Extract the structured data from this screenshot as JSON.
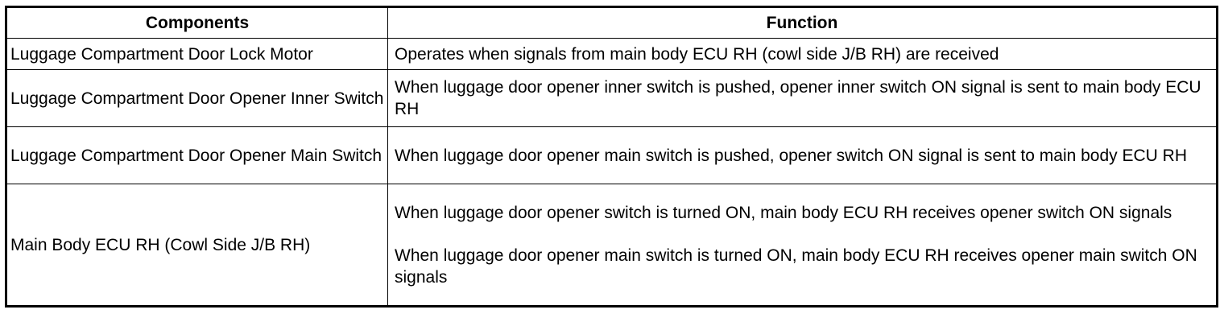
{
  "table": {
    "headers": [
      "Components",
      "Function"
    ],
    "rows": [
      {
        "component": "Luggage Compartment Door Lock Motor",
        "functions": [
          "Operates when signals from main body ECU RH (cowl side J/B RH) are received"
        ]
      },
      {
        "component": "Luggage Compartment Door Opener Inner Switch",
        "functions": [
          "When luggage door opener inner switch is pushed, opener inner switch ON signal is sent to main body ECU RH"
        ]
      },
      {
        "component": "Luggage Compartment Door Opener Main Switch",
        "functions": [
          "When luggage door opener main switch is pushed, opener switch ON signal is sent to main body ECU RH"
        ]
      },
      {
        "component": "Main Body ECU RH (Cowl Side J/B RH)",
        "functions": [
          "When luggage door opener switch is turned ON, main body ECU RH receives opener switch ON signals",
          "When luggage door opener main switch is turned ON, main body ECU RH receives opener main switch ON signals"
        ]
      }
    ]
  }
}
